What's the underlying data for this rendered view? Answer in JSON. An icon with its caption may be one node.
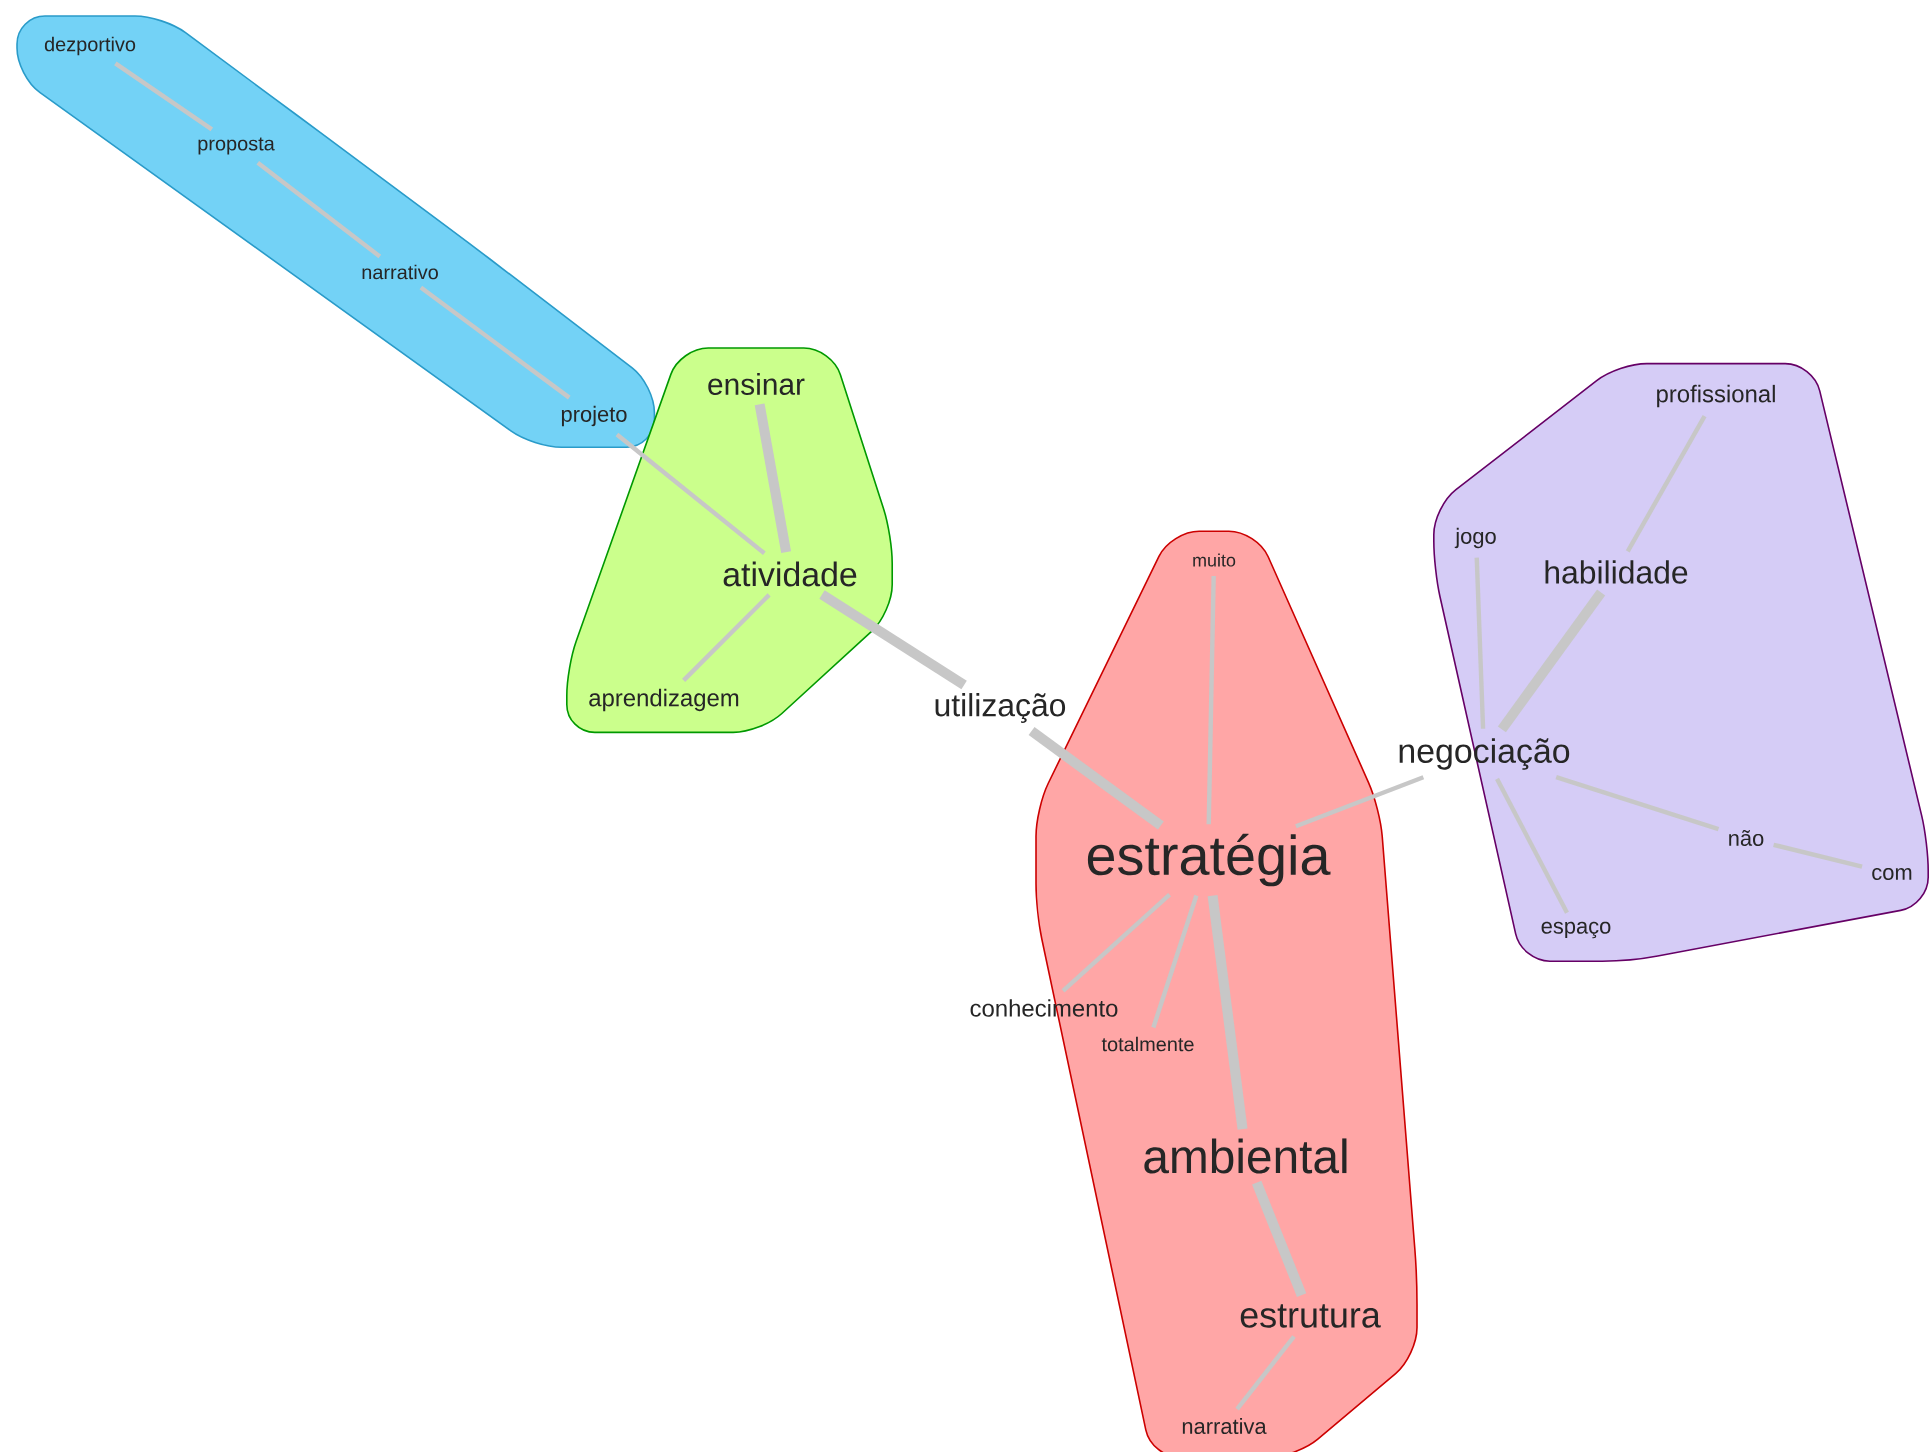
{
  "diagram": {
    "nodes": [
      {
        "text": [],
        "shape": "blob"
      },
      {
        "text": [
          "dezportivo"
        ],
        "in": 0
      },
      {
        "text": [
          "proposta"
        ],
        "in": 0
      },
      {
        "text": [
          "narrativo"
        ],
        "in": 0
      },
      {
        "text": [
          "projeto"
        ],
        "in": 0
      },
      {
        "text": [],
        "shape": "blob"
      },
      {
        "text": [
          "ensinar"
        ],
        "in": 5
      },
      {
        "text": [
          "atividade"
        ],
        "in": 5
      },
      {
        "text": [
          "aprendizagem"
        ],
        "in": 5
      },
      {
        "text": [
          "utilização"
        ]
      },
      {
        "text": [],
        "shape": "blob"
      },
      {
        "text": [
          "muito"
        ],
        "in": 10
      },
      {
        "text": [
          "estratégia"
        ],
        "in": 10
      },
      {
        "text": [
          "conhecimento"
        ]
      },
      {
        "text": [
          "totalmente"
        ],
        "in": 10
      },
      {
        "text": [
          "ambiental"
        ],
        "in": 10
      },
      {
        "text": [
          "estrutura"
        ],
        "in": 10
      },
      {
        "text": [
          "narrativa"
        ],
        "in": 10
      },
      {
        "text": [],
        "shape": "blob"
      },
      {
        "text": [
          "profissional"
        ],
        "in": 18
      },
      {
        "text": [
          "jogo"
        ],
        "in": 18
      },
      {
        "text": [
          "habilidade"
        ],
        "in": 18
      },
      {
        "text": [
          "negociação"
        ]
      },
      {
        "text": [
          "não"
        ],
        "in": 18
      },
      {
        "text": [
          "espaço"
        ],
        "in": 18
      },
      {
        "text": [
          "com"
        ],
        "in": 18
      }
    ],
    "edges": [
      {
        "from": 1,
        "to": 2,
        "arrow": "none"
      },
      {
        "from": 2,
        "to": 3,
        "arrow": "none"
      },
      {
        "from": 3,
        "to": 4,
        "arrow": "none"
      },
      {
        "from": 4,
        "to": 7,
        "arrow": "none"
      },
      {
        "from": 6,
        "to": 7,
        "arrow": "none",
        "style": "thick"
      },
      {
        "from": 7,
        "to": 8,
        "arrow": "none"
      },
      {
        "from": 7,
        "to": 9,
        "arrow": "none",
        "style": "thick"
      },
      {
        "from": 9,
        "to": 12,
        "arrow": "none",
        "style": "thick"
      },
      {
        "from": 12,
        "to": 11,
        "arrow": "none"
      },
      {
        "from": 12,
        "to": 22,
        "arrow": "none"
      },
      {
        "from": 12,
        "to": 13,
        "arrow": "none"
      },
      {
        "from": 12,
        "to": 14,
        "arrow": "none"
      },
      {
        "from": 12,
        "to": 15,
        "arrow": "none",
        "style": "thick"
      },
      {
        "from": 15,
        "to": 16,
        "arrow": "none",
        "style": "thick"
      },
      {
        "from": 16,
        "to": 17,
        "arrow": "none"
      },
      {
        "from": 22,
        "to": 20,
        "arrow": "none"
      },
      {
        "from": 22,
        "to": 21,
        "arrow": "none",
        "style": "thick"
      },
      {
        "from": 21,
        "to": 19,
        "arrow": "none"
      },
      {
        "from": 22,
        "to": 24,
        "arrow": "none"
      },
      {
        "from": 22,
        "to": 23,
        "arrow": "none"
      },
      {
        "from": 23,
        "to": 25,
        "arrow": "none"
      }
    ]
  }
}
